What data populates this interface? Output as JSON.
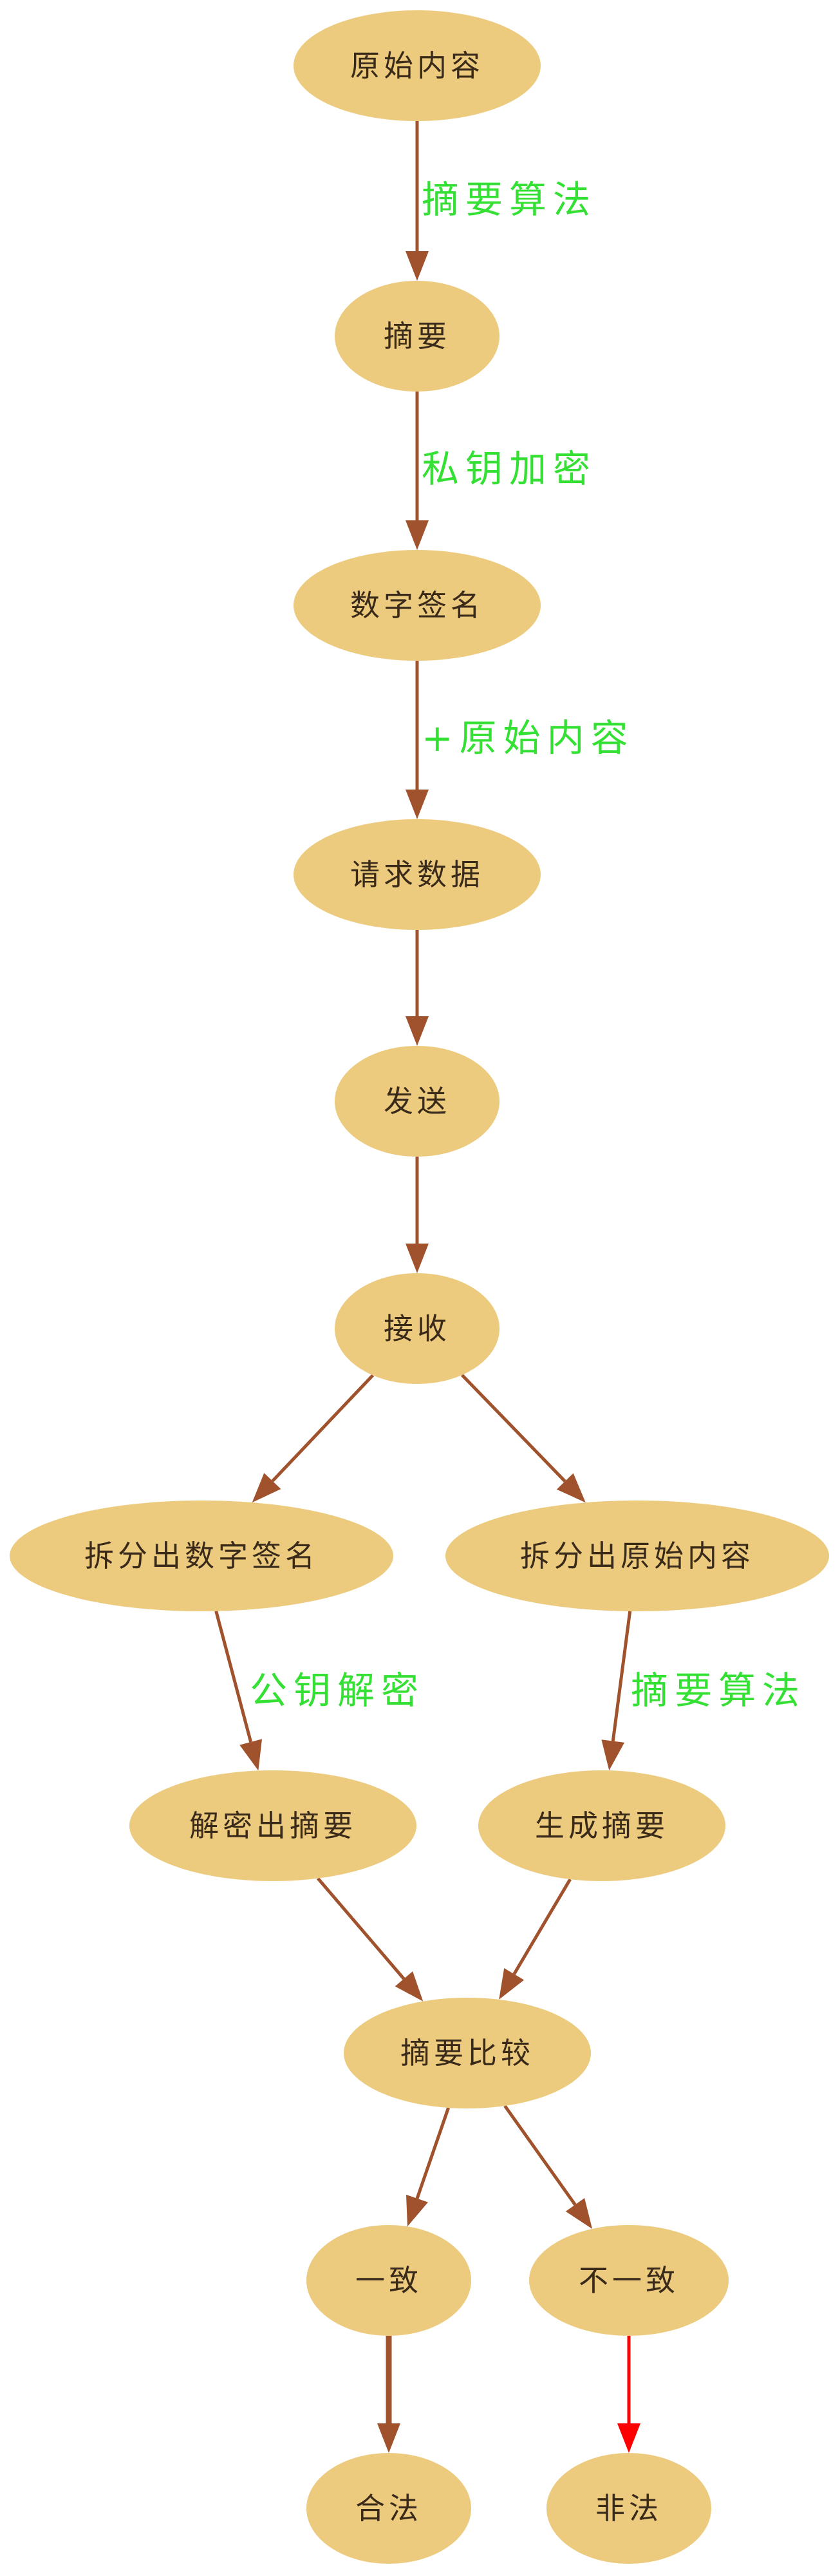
{
  "diagram": {
    "colors": {
      "node_fill": "#ECCA7E",
      "node_text": "#3a2a1a",
      "edge": "#A0522D",
      "edge_label": "#33E033",
      "edge_red": "#FF0000"
    },
    "nodes": [
      {
        "id": "original",
        "label": "原始内容"
      },
      {
        "id": "digest",
        "label": "摘要"
      },
      {
        "id": "signature",
        "label": "数字签名"
      },
      {
        "id": "request",
        "label": "请求数据"
      },
      {
        "id": "send",
        "label": "发送"
      },
      {
        "id": "receive",
        "label": "接收"
      },
      {
        "id": "split-signature",
        "label": "拆分出数字签名"
      },
      {
        "id": "split-original",
        "label": "拆分出原始内容"
      },
      {
        "id": "decrypt-digest",
        "label": "解密出摘要"
      },
      {
        "id": "generate-digest",
        "label": "生成摘要"
      },
      {
        "id": "compare",
        "label": "摘要比较"
      },
      {
        "id": "consistent",
        "label": "一致"
      },
      {
        "id": "inconsistent",
        "label": "不一致"
      },
      {
        "id": "legal",
        "label": "合法"
      },
      {
        "id": "illegal",
        "label": "非法"
      }
    ],
    "edges": [
      {
        "from": "original",
        "to": "digest",
        "label": "摘要算法"
      },
      {
        "from": "digest",
        "to": "signature",
        "label": "私钥加密"
      },
      {
        "from": "signature",
        "to": "request",
        "label": "+原始内容"
      },
      {
        "from": "request",
        "to": "send",
        "label": ""
      },
      {
        "from": "send",
        "to": "receive",
        "label": ""
      },
      {
        "from": "receive",
        "to": "split-signature",
        "label": ""
      },
      {
        "from": "receive",
        "to": "split-original",
        "label": ""
      },
      {
        "from": "split-signature",
        "to": "decrypt-digest",
        "label": "公钥解密"
      },
      {
        "from": "split-original",
        "to": "generate-digest",
        "label": "摘要算法"
      },
      {
        "from": "decrypt-digest",
        "to": "compare",
        "label": ""
      },
      {
        "from": "generate-digest",
        "to": "compare",
        "label": ""
      },
      {
        "from": "compare",
        "to": "consistent",
        "label": ""
      },
      {
        "from": "compare",
        "to": "inconsistent",
        "label": ""
      },
      {
        "from": "consistent",
        "to": "legal",
        "label": "",
        "style": "bold"
      },
      {
        "from": "inconsistent",
        "to": "illegal",
        "label": "",
        "style": "red"
      }
    ]
  }
}
